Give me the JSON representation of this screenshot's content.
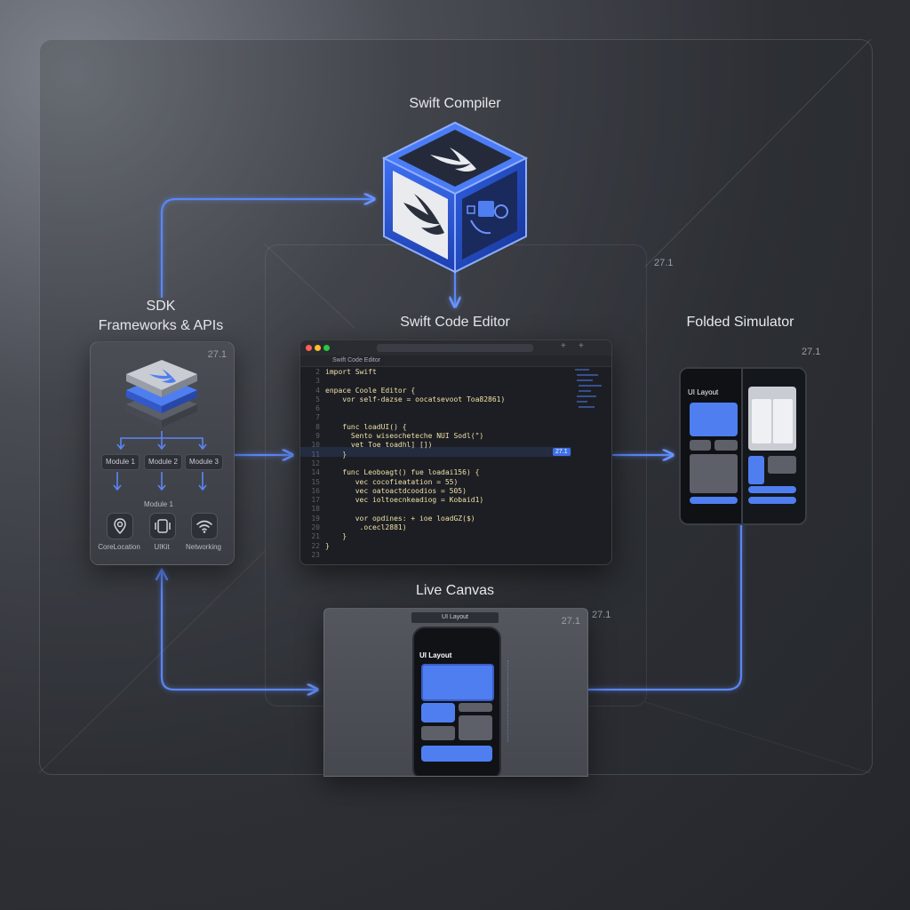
{
  "nodes": {
    "compiler": {
      "title": "Swift Compiler"
    },
    "sdk": {
      "title_line1": "SDK",
      "title_line2": "Frameworks & APIs",
      "version": "27.1",
      "modules": [
        "Module 1",
        "Module 2",
        "Module 3"
      ],
      "sub_module": "Module 1",
      "apis": [
        "CoreLocation",
        "UIKit",
        "Networking"
      ]
    },
    "editor": {
      "title": "Swift Code Editor",
      "tab": "Swift Code Editor",
      "badge": "27.1",
      "lines": [
        {
          "n": "2",
          "t": "import Swift"
        },
        {
          "n": "3",
          "t": ""
        },
        {
          "n": "4",
          "t": "enpace Coole Editor {"
        },
        {
          "n": "5",
          "t": "    vor self-dazse = oocatsevoot Toa82861)"
        },
        {
          "n": "6",
          "t": ""
        },
        {
          "n": "7",
          "t": ""
        },
        {
          "n": "8",
          "t": "    func loadUI() {"
        },
        {
          "n": "9",
          "t": "      Sento wiseocheteche NUI Sodl(\")"
        },
        {
          "n": "10",
          "t": "      vet Toe toadhl] [])"
        },
        {
          "n": "11",
          "t": "    }"
        },
        {
          "n": "12",
          "t": ""
        },
        {
          "n": "14",
          "t": "    func Leoboagt() fue loadai156) {"
        },
        {
          "n": "15",
          "t": "       vec cocofieatation = 55)"
        },
        {
          "n": "16",
          "t": "       vec oatoactdcoodios = 505)"
        },
        {
          "n": "17",
          "t": "       vec ioltoecnkeadiog = Kobaid1)"
        },
        {
          "n": "18",
          "t": ""
        },
        {
          "n": "19",
          "t": "       vor opdines: + ioe loadGZ($)"
        },
        {
          "n": "20",
          "t": "        .ocecl2881)"
        },
        {
          "n": "21",
          "t": "    }"
        },
        {
          "n": "22",
          "t": "}"
        },
        {
          "n": "23",
          "t": ""
        }
      ]
    },
    "simulator": {
      "title": "Folded Simulator",
      "version": "27.1",
      "screen_title": "UI Layout"
    },
    "canvas": {
      "title": "Live Canvas",
      "version": "27.1",
      "version_outer": "27.1",
      "tab": "UI Layout",
      "screen_title": "UI Layout"
    },
    "frame_version": "27.1"
  },
  "colors": {
    "accent": "#4f7ef0",
    "connector": "#5b86f5"
  }
}
